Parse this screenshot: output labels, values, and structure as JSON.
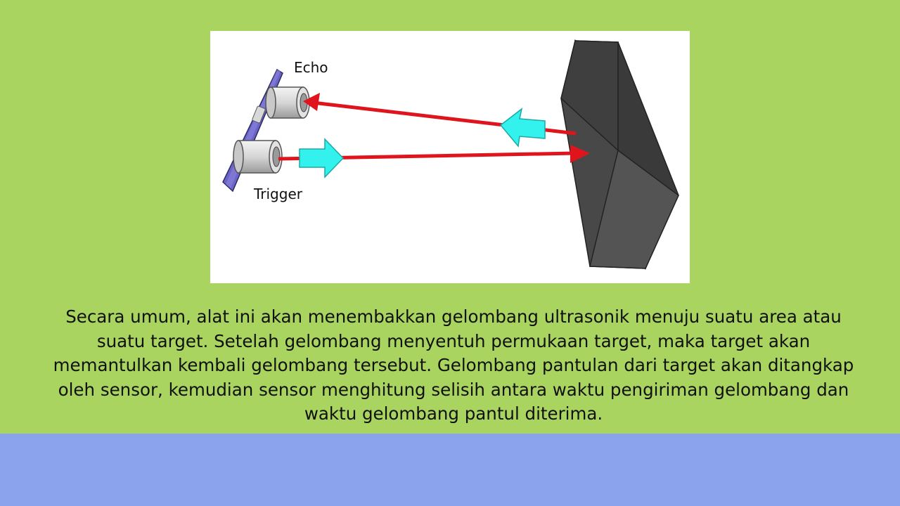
{
  "diagram": {
    "label_echo": "Echo",
    "label_trigger": "Trigger",
    "colors": {
      "background": "#a9d45f",
      "footer": "#8aa3ec",
      "arrow_line": "#e0141c",
      "wave_arrow": "#33f2ee",
      "sensor_board": "#6b64c8",
      "block": "#3f3f3f"
    }
  },
  "caption": {
    "text": "Secara umum, alat ini akan menembakkan gelombang ultrasonik menuju suatu area atau suatu target. Setelah gelombang menyentuh permukaan target, maka target akan memantulkan kembali gelombang tersebut. Gelombang pantulan dari target akan ditangkap oleh sensor, kemudian sensor menghitung selisih antara waktu pengiriman gelombang dan waktu gelombang pantul diterima."
  }
}
